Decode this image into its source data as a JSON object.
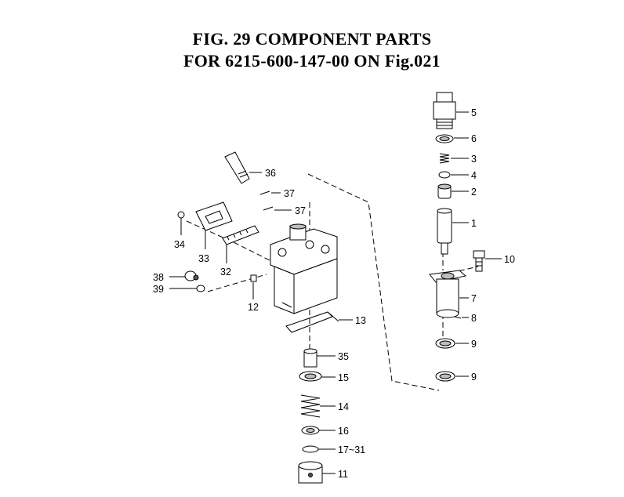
{
  "title": {
    "line1": "FIG. 29  COMPONENT PARTS",
    "line2": "FOR 6215-600-147-00 ON Fig.021"
  },
  "callouts": {
    "c5": "5",
    "c6": "6",
    "c3": "3",
    "c4": "4",
    "c2": "2",
    "c1": "1",
    "c10": "10",
    "c7": "7",
    "c8": "8",
    "c9a": "9",
    "c9b": "9",
    "c36": "36",
    "c37a": "37",
    "c37b": "37",
    "c34": "34",
    "c33": "33",
    "c32": "32",
    "c38": "38",
    "c39": "39",
    "c12": "12",
    "c13": "13",
    "c35": "35",
    "c15": "15",
    "c14": "14",
    "c16": "16",
    "c17": "17~31",
    "c11": "11"
  }
}
